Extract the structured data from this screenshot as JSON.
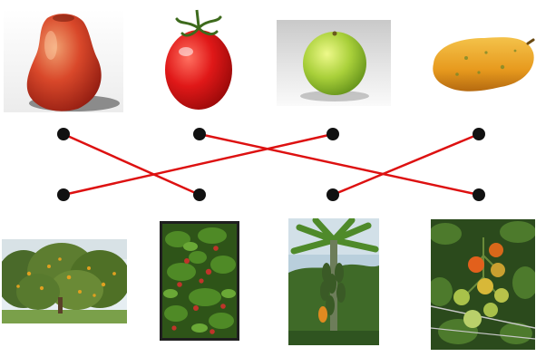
{
  "diagram": {
    "type": "matching-exercise",
    "line_color": "#dd1111",
    "dot_color": "#111111",
    "top_items": [
      {
        "id": "t1",
        "icon": "wax-apple-fruit-icon"
      },
      {
        "id": "t2",
        "icon": "cherry-tomato-fruit-icon"
      },
      {
        "id": "t3",
        "icon": "green-orange-fruit-icon"
      },
      {
        "id": "t4",
        "icon": "papaya-fruit-icon"
      }
    ],
    "bottom_items": [
      {
        "id": "b1",
        "icon": "orange-orchard-plant-icon"
      },
      {
        "id": "b2",
        "icon": "wax-apple-tree-plant-icon"
      },
      {
        "id": "b3",
        "icon": "papaya-tree-plant-icon"
      },
      {
        "id": "b4",
        "icon": "tomato-vine-plant-icon"
      }
    ],
    "connections": [
      {
        "from": "t1",
        "to": "b2"
      },
      {
        "from": "t2",
        "to": "b4"
      },
      {
        "from": "t3",
        "to": "b1"
      },
      {
        "from": "t4",
        "to": "b3"
      }
    ]
  }
}
